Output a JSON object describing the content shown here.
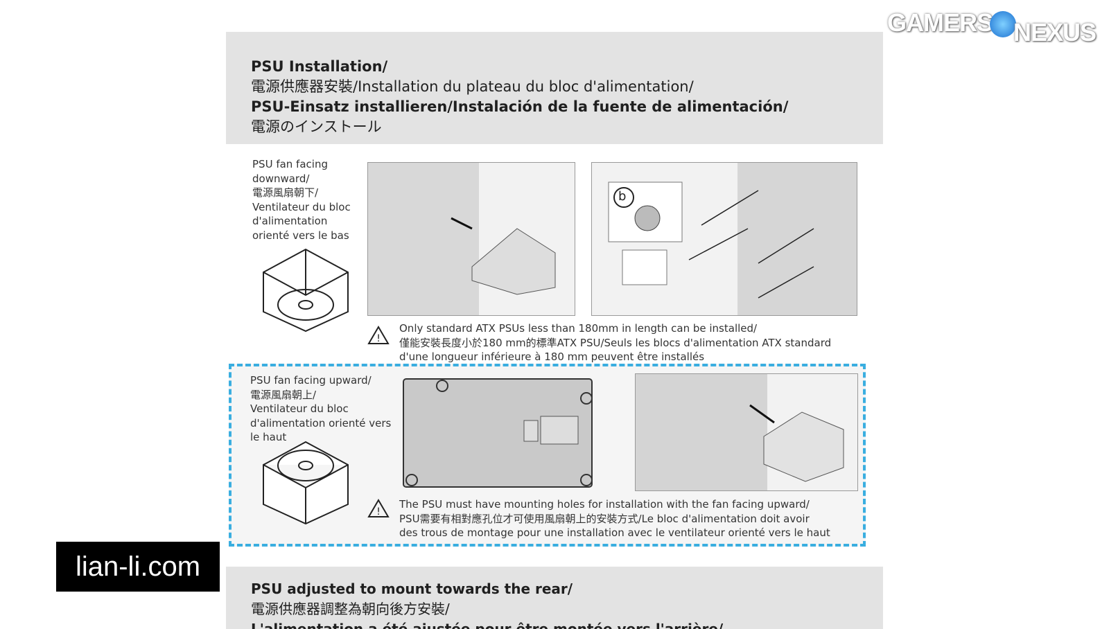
{
  "header": {
    "lines": [
      "PSU Installation/",
      "電源供應器安裝/Installation du plateau du bloc d'alimentation/",
      "PSU-Einsatz installieren/Instalación de la fuente de alimentación/",
      "電源のインストール"
    ]
  },
  "section_down": {
    "label_lines": [
      "PSU fan facing",
      "downward/",
      "電源風扇朝下/",
      "Ventilateur du bloc",
      "d'alimentation",
      "orienté vers le bas"
    ],
    "callout_letter": "b",
    "note_lines": [
      "Only standard ATX PSUs less than 180mm in length can be installed/",
      "僅能安裝長度小於180 mm的標準ATX PSU/Seuls les blocs d'alimentation ATX standard",
      "d'une longueur inférieure à 180 mm peuvent être installés"
    ]
  },
  "section_up": {
    "label_lines": [
      "PSU fan facing upward/",
      "電源風扇朝上/",
      "Ventilateur du bloc",
      "d'alimentation orienté vers",
      "le haut"
    ],
    "note_lines": [
      "The PSU must have mounting holes for installation with the fan facing upward/",
      "PSU需要有相對應孔位才可使用風扇朝上的安裝方式/Le bloc d'alimentation doit avoir",
      "des trous de montage pour une installation avec le ventilateur orienté vers le haut"
    ]
  },
  "header2": {
    "lines": [
      "PSU adjusted to mount towards the rear/",
      "電源供應器調整為朝向後方安裝/",
      "L'alimentation a été ajustée pour être montée vers l'arrière/"
    ]
  },
  "watermark": {
    "site": "lian-li.com",
    "logo_left": "GAMERS",
    "logo_right": "NEXUS"
  },
  "colors": {
    "accent": "#3aaee0",
    "header_bg": "#e3e3e3"
  }
}
